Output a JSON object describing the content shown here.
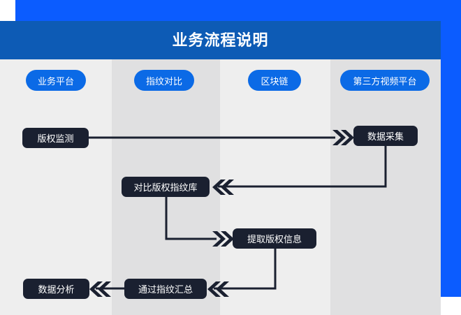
{
  "header": {
    "title": "业务流程说明",
    "title_bg": "#0d5bb5",
    "accent_blue": "#0b5cff"
  },
  "lanes": [
    {
      "id": "lane-business-platform",
      "label": "业务平台",
      "bg": "#eeeeee"
    },
    {
      "id": "lane-fingerprint-compare",
      "label": "指纹对比",
      "bg": "#e0e0e1"
    },
    {
      "id": "lane-blockchain",
      "label": "区块链",
      "bg": "#eeeeee"
    },
    {
      "id": "lane-third-party-video",
      "label": "第三方视频平台",
      "bg": "#e0e0e1"
    }
  ],
  "nodes": [
    {
      "id": "node-copyright-monitor",
      "label": "版权监测",
      "lane": 0,
      "row": 1
    },
    {
      "id": "node-data-collection",
      "label": "数据采集",
      "lane": 3,
      "row": 1
    },
    {
      "id": "node-compare-fingerprint-db",
      "label": "对比版权指纹库",
      "lane": 1,
      "row": 2
    },
    {
      "id": "node-extract-copyright-info",
      "label": "提取版权信息",
      "lane": 2,
      "row": 3
    },
    {
      "id": "node-summarize-fingerprint",
      "label": "通过指纹汇总",
      "lane": 1,
      "row": 4
    },
    {
      "id": "node-data-analysis",
      "label": "数据分析",
      "lane": 0,
      "row": 4
    }
  ],
  "connections": [
    {
      "id": "edge-monitor-to-collection",
      "from": "node-copyright-monitor",
      "to": "node-data-collection",
      "direction": "right"
    },
    {
      "id": "edge-collection-to-compare",
      "from": "node-data-collection",
      "to": "node-compare-fingerprint-db",
      "direction": "left"
    },
    {
      "id": "edge-compare-to-extract",
      "from": "node-compare-fingerprint-db",
      "to": "node-extract-copyright-info",
      "direction": "right"
    },
    {
      "id": "edge-extract-to-summarize",
      "from": "node-extract-copyright-info",
      "to": "node-summarize-fingerprint",
      "direction": "left"
    },
    {
      "id": "edge-summarize-to-analysis",
      "from": "node-summarize-fingerprint",
      "to": "node-data-analysis",
      "direction": "left"
    }
  ],
  "colors": {
    "node_bg": "#1a2030",
    "pill_bg": "#0b6ae6",
    "line": "#1a2030",
    "lane_light": "#eeeeee",
    "lane_dark": "#e0e0e1"
  }
}
